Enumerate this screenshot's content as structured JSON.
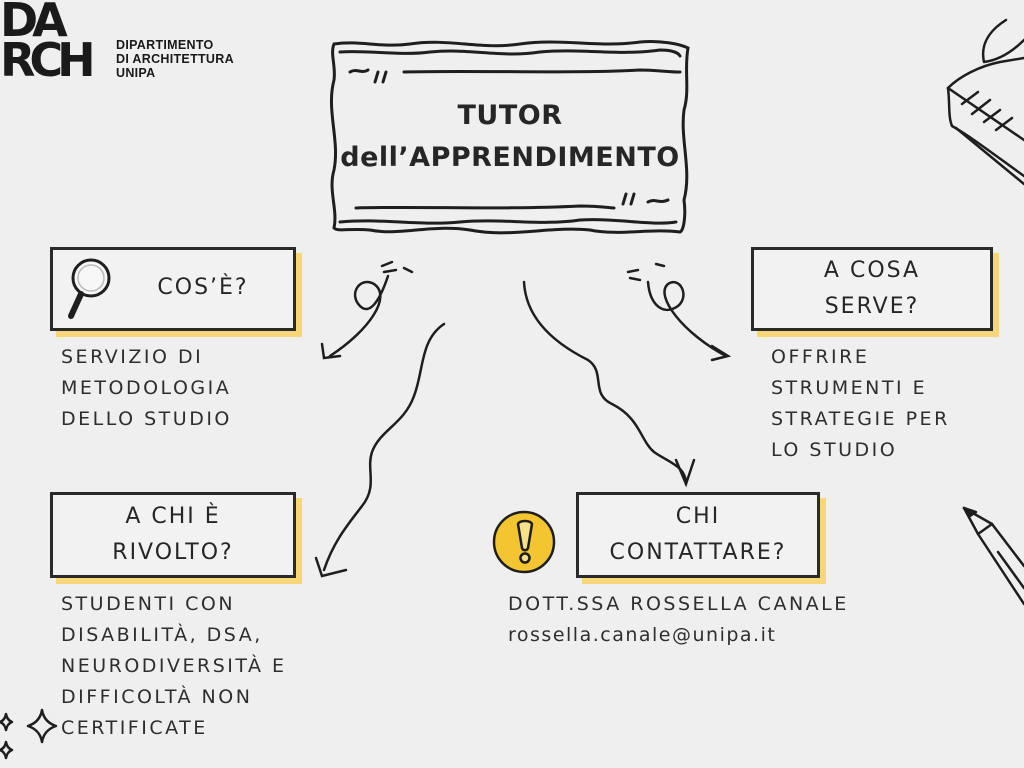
{
  "logo": {
    "mark_line1": "DA",
    "mark_line2": "RCH",
    "dept_line1": "DIPARTIMENTO",
    "dept_line2": "DI ARCHITETTURA",
    "dept_line3": "UNIPA"
  },
  "title": {
    "line1": "TUTOR",
    "line2": "dell’APPRENDIMENTO"
  },
  "sections": {
    "cos_e": {
      "label": "COS’È?",
      "icon": "magnifying-glass-icon",
      "lines": [
        "SERVIZIO DI",
        "METODOLOGIA",
        "DELLO STUDIO"
      ]
    },
    "a_cosa_serve": {
      "label_line1": "A COSA",
      "label_line2": "SERVE?",
      "lines": [
        "OFFRIRE",
        "STRUMENTI E",
        "STRATEGIE PER",
        "LO STUDIO"
      ]
    },
    "a_chi_rivolto": {
      "label_line1": "A CHI È",
      "label_line2": "RIVOLTO?",
      "lines": [
        "STUDENTI CON",
        "DISABILITÀ, DSA,",
        "NEURODIVERSITÀ E",
        "DIFFICOLTÀ NON",
        "CERTIFICATE"
      ]
    },
    "chi_contattare": {
      "label_line1": "CHI",
      "label_line2": "CONTATTARE?",
      "icon": "exclamation-icon",
      "contact_name": "DOTT.SSA ROSSELLA CANALE",
      "contact_email": "rossella.canale@unipa.it"
    }
  },
  "colors": {
    "background": "#efefef",
    "ink": "#262626",
    "accent_shadow": "#f5d77a",
    "icon_yellow": "#f2c531"
  },
  "decorations": [
    "open-book-icon",
    "pencil-icon",
    "sparkle-icon"
  ]
}
